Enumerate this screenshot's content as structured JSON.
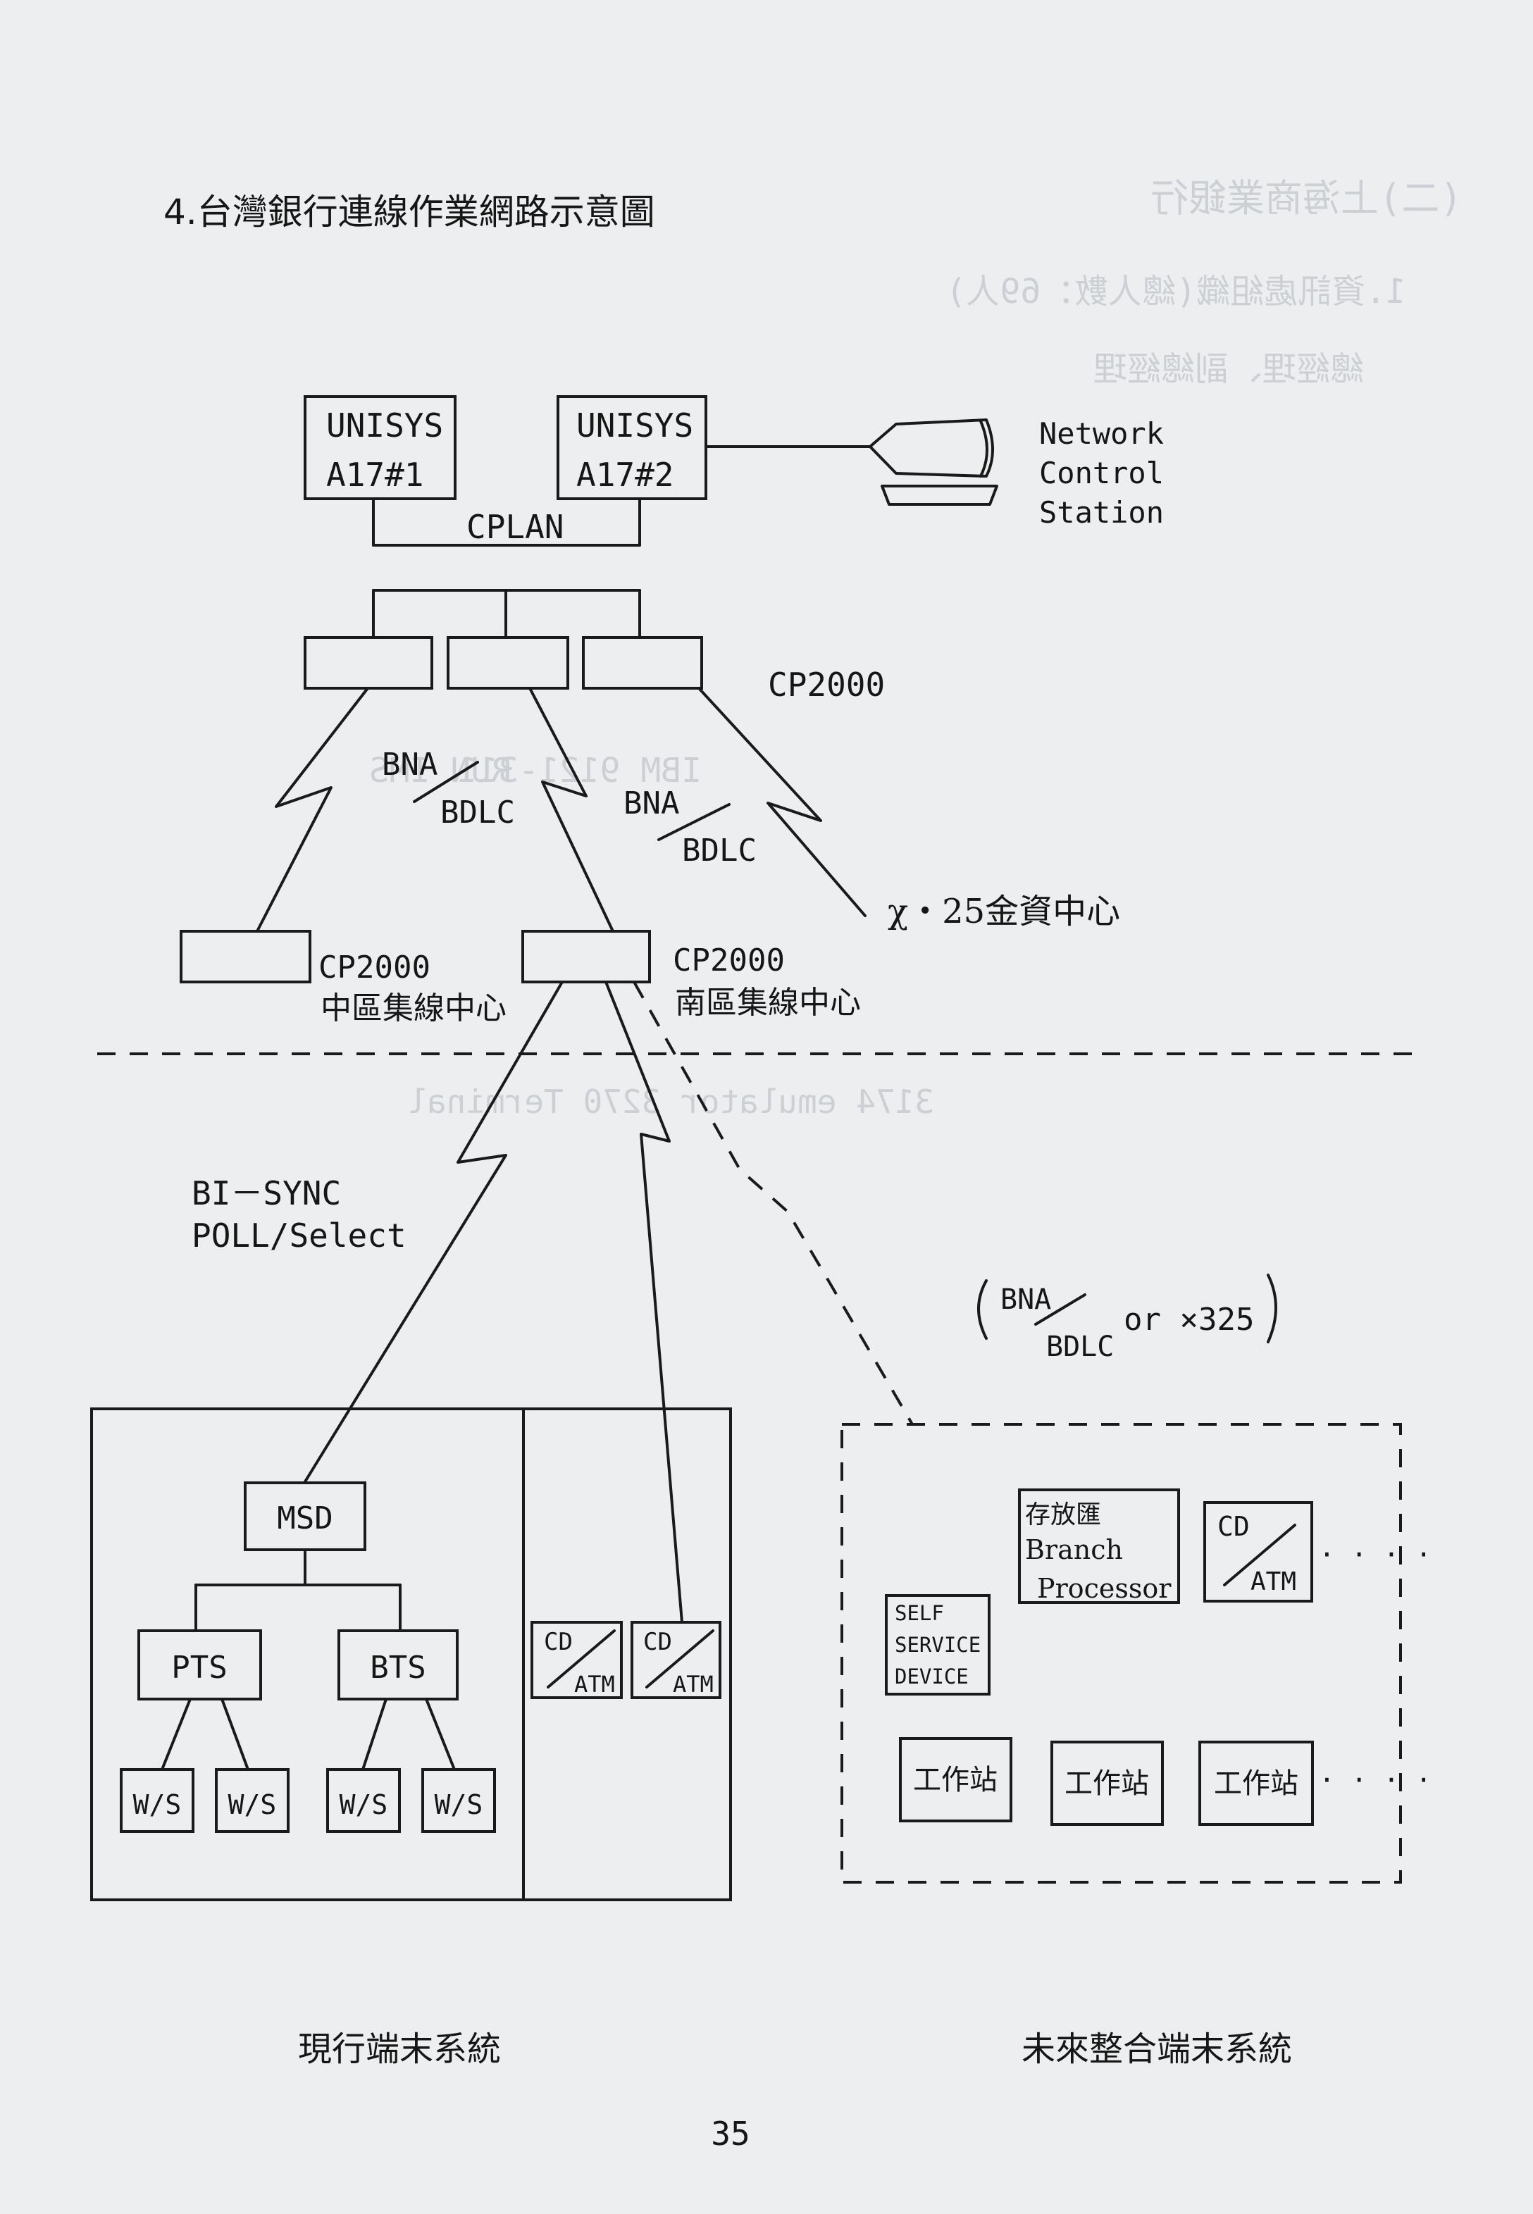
{
  "page": {
    "title": "4.台灣銀行連線作業網路示意圖",
    "page_number": "35"
  },
  "host": {
    "unisys1_line1": "UNISYS",
    "unisys1_line2": "A17#1",
    "unisys2_line1": "UNISYS",
    "unisys2_line2": "A17#2",
    "ncs_line1": "Network",
    "ncs_line2": "Control",
    "ncs_line3": "Station",
    "cplan": "CPLAN",
    "cp2000_top": "CP2000"
  },
  "links": {
    "bna_left": "BNA",
    "bdlc_left": "BDLC",
    "bna_right": "BNA",
    "bdlc_right": "BDLC",
    "x25_center": "χ・25金資中心",
    "bisync": "BI－SYNC",
    "poll_select": "POLL/Select",
    "future_bna": "BNA",
    "future_bdlc": "BDLC",
    "future_or_x325": "or ×325"
  },
  "regional": {
    "central_cp": "CP2000",
    "central_name": "中區集線中心",
    "south_cp": "CP2000",
    "south_name": "南區集線中心"
  },
  "current_system": {
    "msd": "MSD",
    "pts": "PTS",
    "bts": "BTS",
    "ws": "W/S",
    "cd": "CD",
    "atm": "ATM",
    "caption": "現行端末系統"
  },
  "future_system": {
    "branch_line1": "存放匯",
    "branch_line2": "Branch",
    "branch_line3": "Processor",
    "ssd_line1": "SELF",
    "ssd_line2": "SERVICE",
    "ssd_line3": "DEVICE",
    "cd": "CD",
    "atm": "ATM",
    "workstation": "工作站",
    "ellipsis": "· · · ·",
    "caption": "未來整合端末系統"
  },
  "bleedthrough": [
    "(二)上海商業銀行",
    "1.資訊處組織(總人數：69人)",
    "總經理、副總經理",
    "RUN IMS",
    "IBM 9121-311",
    "3174 emulator 3270 Terminal"
  ]
}
